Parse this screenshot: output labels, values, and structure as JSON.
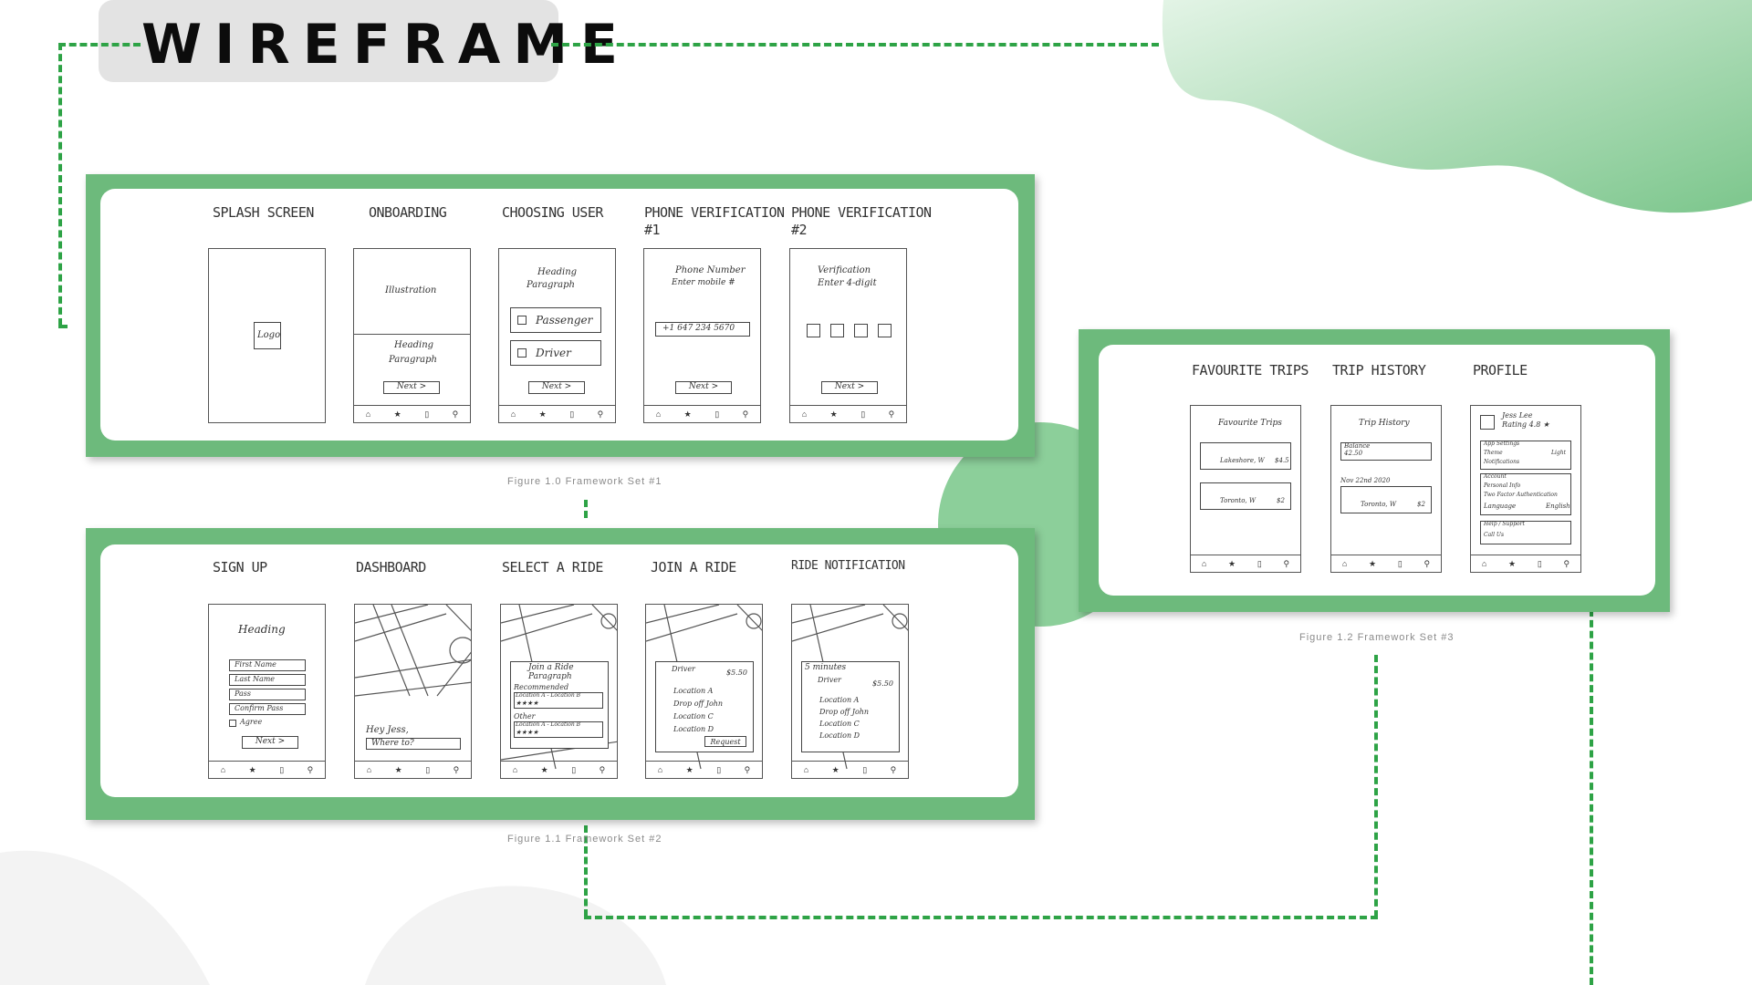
{
  "header": {
    "title": "WIREFRAME"
  },
  "colors": {
    "accent": "#2ea346",
    "panel": "#6dba7c",
    "blob": "#8ccf9a"
  },
  "set1": {
    "caption": "Figure 1.0 Framework Set #1",
    "screens": [
      {
        "label": "SPLASH SCREEN",
        "logo": "Logo"
      },
      {
        "label": "ONBOARDING",
        "illustration": "Illustration",
        "heading": "Heading",
        "paragraph": "Paragraph",
        "next": "Next  >"
      },
      {
        "label": "CHOOSING USER",
        "heading": "Heading",
        "paragraph": "Paragraph",
        "opt1": "Passenger",
        "opt2": "Driver",
        "next": "Next  >"
      },
      {
        "label": "PHONE VERIFICATION",
        "label2": "#1",
        "line1": "Phone Number",
        "line2": "Enter mobile #",
        "phone": "+1 647 234 5670",
        "next": "Next  >"
      },
      {
        "label": "PHONE VERIFICATION",
        "label2": "#2",
        "line1": "Verification",
        "line2": "Enter 4-digit",
        "next": "Next  >"
      }
    ]
  },
  "set2": {
    "caption": "Figure 1.1 Framework Set #2",
    "screens": [
      {
        "label": "SIGN UP",
        "heading": "Heading",
        "fields": [
          "First Name",
          "Last Name",
          "Pass",
          "Confirm Pass"
        ],
        "agree": "Agree",
        "next": "Next  >"
      },
      {
        "label": "DASHBOARD",
        "greeting": "Hey Jess,",
        "where": "Where to?"
      },
      {
        "label": "SELECT A RIDE",
        "heading": "Join a Ride",
        "paragraph": "Paragraph",
        "recommended": "Recommended",
        "other": "Other",
        "route": "Location A - Location B",
        "rating": "★★★★"
      },
      {
        "label": "JOIN A RIDE",
        "driver": "Driver",
        "price": "$5.50",
        "stops": [
          "Location A",
          "Drop off John",
          "Location C",
          "Location D"
        ],
        "request": "Request"
      },
      {
        "label": "RIDE NOTIFICATION",
        "eta": "5 minutes",
        "driver": "Driver",
        "price": "$5.50",
        "stops": [
          "Location A",
          "Drop off John",
          "Location C",
          "Location D"
        ]
      }
    ]
  },
  "set3": {
    "caption": "Figure 1.2 Framework Set #3",
    "screens": [
      {
        "label": "FAVOURITE TRIPS",
        "header": "Favourite Trips",
        "item1": "Lakeshore, W",
        "item2": "Toronto, W",
        "p1": "$4.5",
        "p2": "$2"
      },
      {
        "label": "TRIP HISTORY",
        "header": "Trip History",
        "balance": "Balance",
        "amount": "42.50",
        "date": "Nov 22nd 2020",
        "item": "Toronto, W",
        "p": "$2"
      },
      {
        "label": "PROFILE",
        "name": "Jess Lee",
        "rating": "Rating 4.8 ★",
        "settings": [
          "App Settings",
          "Theme",
          "Notifications"
        ],
        "theme": "Light",
        "account": [
          "Account",
          "Personal Info",
          "Two Factor Authentication",
          "Language"
        ],
        "language": "English",
        "help": [
          "Help / Support",
          "Call Us"
        ]
      }
    ]
  },
  "icons": {
    "tab": [
      "home-icon",
      "star-icon",
      "bookmark-icon",
      "profile-icon"
    ]
  }
}
